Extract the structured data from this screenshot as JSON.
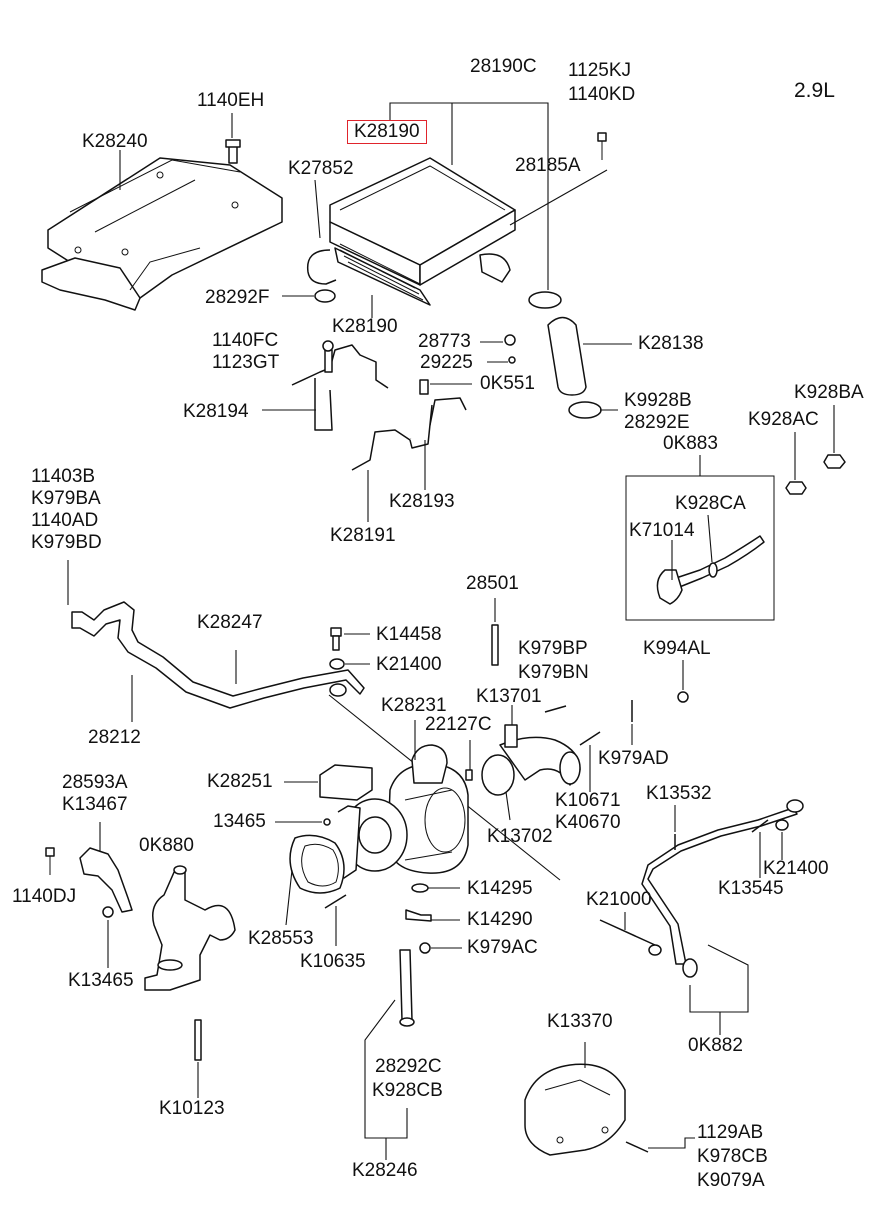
{
  "engine_label": "2.9L",
  "highlight_color": "#e0242c",
  "highlighted_part": "K28190",
  "callouts": {
    "p28190C": "28190C",
    "p1125KJ": "1125KJ",
    "p1140KD": "1140KD",
    "p1140EH": "1140EH",
    "pK28190_box": "K28190",
    "pK28240": "K28240",
    "pK27852": "K27852",
    "p28185A": "28185A",
    "p28292F": "28292F",
    "pK28190": "K28190",
    "pK28138": "K28138",
    "p1140FC": "1140FC",
    "p1123GT": "1123GT",
    "p28773": "28773",
    "p29225": "29225",
    "p0K551": "0K551",
    "pK9928B": "K9928B",
    "p28292E": "28292E",
    "pK928BA": "K928BA",
    "pK928AC": "K928AC",
    "pK28194": "K28194",
    "p0K883": "0K883",
    "p28193": "K28193",
    "pK928CA": "K928CA",
    "p11403B": "11403B",
    "pK979BA": "K979BA",
    "p1140AD": "1140AD",
    "pK979BD": "K979BD",
    "pK28191": "K28191",
    "pK71014": "K71014",
    "p28501": "28501",
    "pK28247": "K28247",
    "pK14458": "K14458",
    "pK979BP": "K979BP",
    "pK979BN": "K979BN",
    "pK994AL": "K994AL",
    "pK21400a": "K21400",
    "pK13701": "K13701",
    "p28212": "28212",
    "pK28231": "K28231",
    "p22127C": "22127C",
    "pK979AD": "K979AD",
    "p28593A": "28593A",
    "pK13467": "K13467",
    "pK28251": "K28251",
    "pK10671": "K10671",
    "pK13532": "K13532",
    "p13465": "13465",
    "pK40670": "K40670",
    "pK13702": "K13702",
    "p0K880": "0K880",
    "pK21400b": "K21400",
    "p1140DJ": "1140DJ",
    "pK13545": "K13545",
    "pK14295": "K14295",
    "pK21000": "K21000",
    "pK14290": "K14290",
    "pK28553": "K28553",
    "pK979AC": "K979AC",
    "pK10635": "K10635",
    "pK13465": "K13465",
    "pK13370": "K13370",
    "p0K882": "0K882",
    "p28292C": "28292C",
    "pK928CB": "K928CB",
    "pK10123": "K10123",
    "p1129AB": "1129AB",
    "pK978CB": "K978CB",
    "pK9079A": "K9079A",
    "pK28246": "K28246"
  }
}
